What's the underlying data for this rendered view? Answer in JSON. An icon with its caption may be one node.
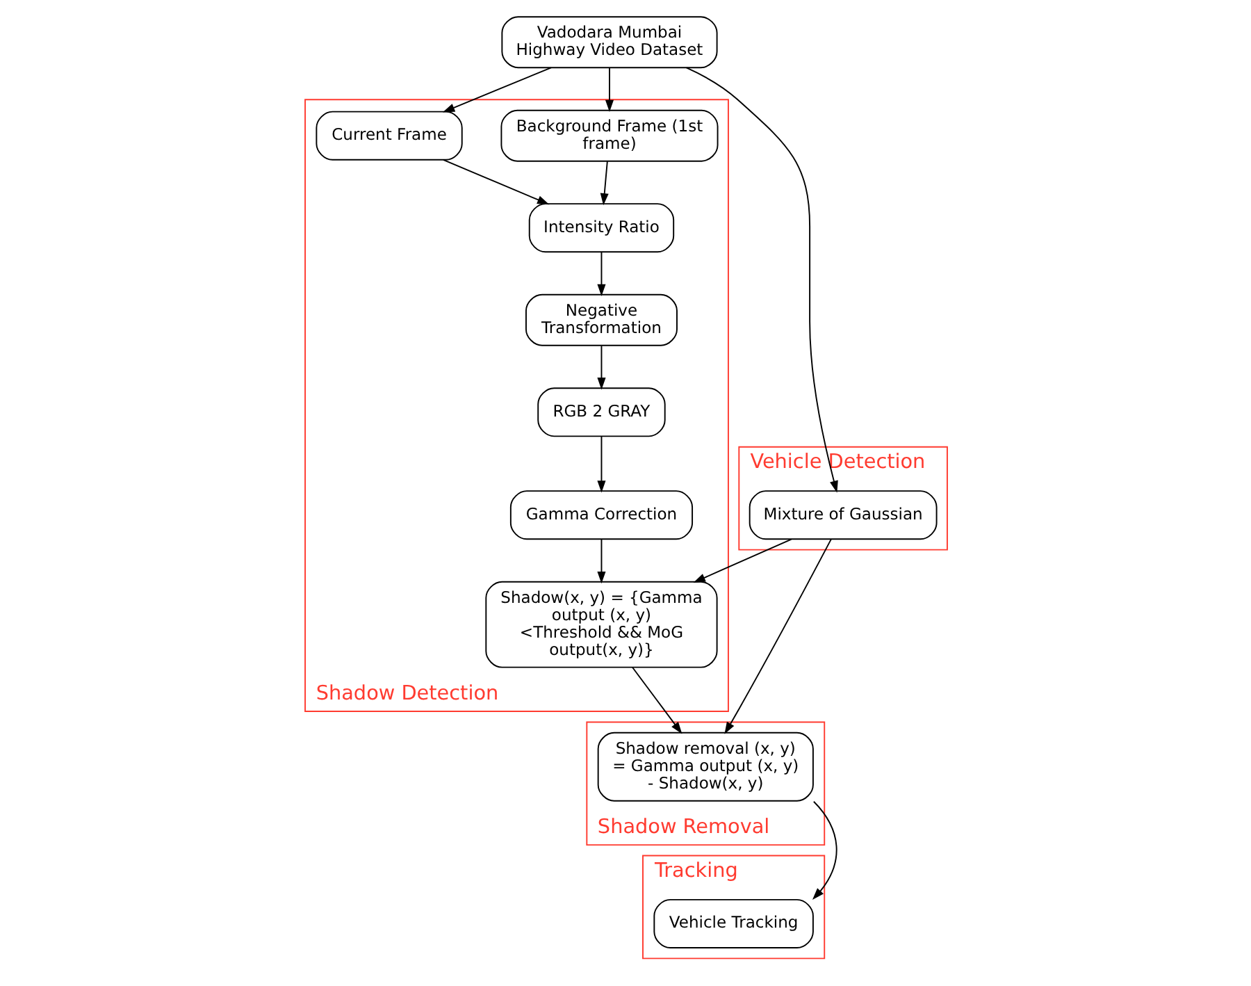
{
  "diagram": {
    "nodes": [
      {
        "text": [
          "Vadodara Mumbai Highway Video Dataset"
        ]
      },
      {
        "text": [
          "Vehicle Detection"
        ]
      },
      {
        "text": [
          "Mixture of Gaussian"
        ],
        "in": 1
      },
      {
        "text": [
          "Shadow Detection"
        ]
      },
      {
        "text": [
          "Background Frame (1st frame)"
        ],
        "in": 3
      },
      {
        "text": [
          "Current Frame"
        ],
        "in": 3
      },
      {
        "text": [
          "Intensity Ratio"
        ],
        "in": 3
      },
      {
        "text": [
          "Negative Transformation"
        ],
        "in": 3
      },
      {
        "text": [
          "RGB 2 GRAY"
        ],
        "in": 3
      },
      {
        "text": [
          "Gamma Correction"
        ],
        "in": 3
      },
      {
        "text": [
          "Shadow(x, y) = {Gamma output (x, y) <Threshold && MoG output(x, y)}"
        ],
        "in": 3
      },
      {
        "text": [
          "Tracking"
        ]
      },
      {
        "text": [
          "Vehicle Tracking"
        ],
        "in": 11
      },
      {
        "text": [
          "Shadow Removal"
        ]
      },
      {
        "text": [
          "Shadow removal (x, y) = Gamma output (x, y) - Shadow(x, y)"
        ],
        "in": 13
      }
    ],
    "edges": [
      {
        "from": 0,
        "to": 2,
        "arrow": "to"
      },
      {
        "from": 0,
        "to": 4,
        "arrow": "to"
      },
      {
        "from": 0,
        "to": 5,
        "arrow": "to"
      },
      {
        "from": 2,
        "to": 14,
        "arrow": "to"
      },
      {
        "from": 2,
        "to": 10,
        "arrow": "to"
      },
      {
        "from": 4,
        "to": 6,
        "arrow": "to"
      },
      {
        "from": 5,
        "to": 6,
        "arrow": "to"
      },
      {
        "from": 6,
        "to": 7,
        "arrow": "to"
      },
      {
        "from": 7,
        "to": 8,
        "arrow": "to"
      },
      {
        "from": 8,
        "to": 9,
        "arrow": "to"
      },
      {
        "from": 9,
        "to": 10,
        "arrow": "to"
      },
      {
        "from": 10,
        "to": 14,
        "arrow": "to"
      },
      {
        "from": 14,
        "to": 12,
        "arrow": "to"
      }
    ]
  }
}
